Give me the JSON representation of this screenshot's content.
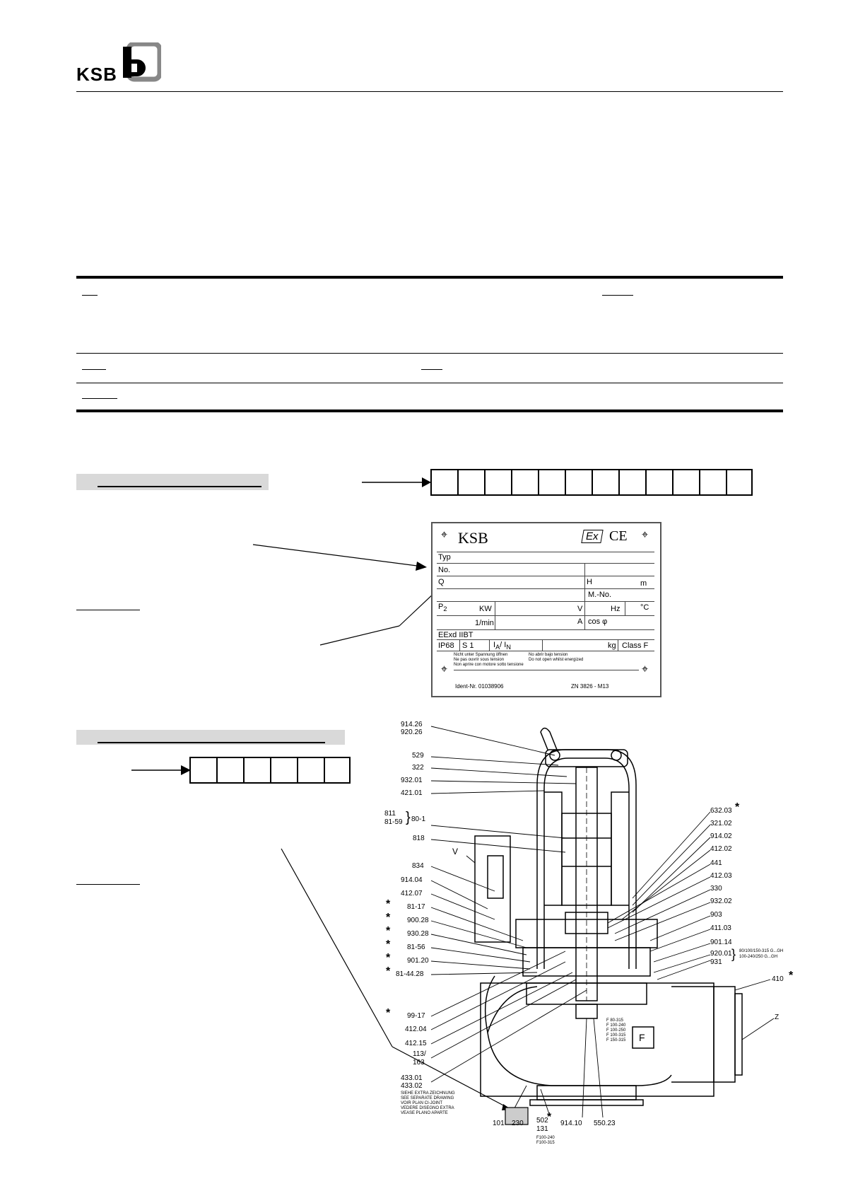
{
  "header": {
    "brand": "KSB"
  },
  "nameplate": {
    "brand": "KSB",
    "ex_mark": "Ex",
    "ce_mark": "CE",
    "rows": {
      "typ": "Typ",
      "no": "No.",
      "q": "Q",
      "h": "H",
      "m": "m",
      "mno": "M.-No.",
      "p2": "P",
      "p2_sub": "2",
      "kw": "KW",
      "v": "V",
      "hz": "Hz",
      "degc": "°C",
      "rpm": "1/min",
      "a": "A",
      "cos": "cos φ",
      "eexd": "EExd IIBT",
      "ip68": "IP68",
      "s1": "S 1",
      "ia_in": "I",
      "ia_sub": "A",
      "in_sub": "N",
      "ia_slash": "/ I",
      "kg": "kg",
      "class": "Class F"
    },
    "warnings_left": [
      "Nicht unter Spannung öffnen",
      "Ne pas ouvrir sous tension",
      "Non aprire con motore sotto tensione"
    ],
    "warnings_right": [
      "No abrir bajo tension",
      "Do not open whilst energized"
    ],
    "ident": "Ident-Nr. 01038906",
    "zn": "ZN 3826 - M13"
  },
  "drawing": {
    "labels_left": [
      "914.26",
      "920.26",
      "529",
      "322",
      "932.01",
      "421.01",
      "811",
      "81-59",
      "80-1",
      "818",
      "V",
      "834",
      "914.04",
      "412.07",
      "81-17",
      "900.28",
      "930.28",
      "81-56",
      "901.20",
      "81-44.28",
      "99-17",
      "412.04",
      "412.15",
      "113/",
      "163",
      "433.01",
      "433.02"
    ],
    "see_drawing": [
      "SIEHE EXTRA ZEICHNUNG",
      "SEE SEPARATE DRAWING",
      "VOIR PLAN CI-JOINT",
      "VEDERE DISEGNO EXTRA",
      "VEASE PLANO APARTE"
    ],
    "labels_right": [
      "632.03",
      "321.02",
      "914.02",
      "412.02",
      "441",
      "412.03",
      "330",
      "932.02",
      "903",
      "411.03",
      "901.14",
      "920.01",
      "931",
      "410",
      "Z"
    ],
    "note_920": [
      "80/100/150-315 G...GH",
      "100-240/250 G...GH"
    ],
    "f_sizes": [
      "F 80-315",
      "F 100-240",
      "F 100-250",
      "F 100-315",
      "F 150-315"
    ],
    "f_mark": "F",
    "labels_bottom": [
      "101",
      "230",
      "502",
      "131",
      "914.10",
      "550.23"
    ],
    "bottom_note": [
      "F100-240",
      "F100-315"
    ],
    "star": "*"
  }
}
